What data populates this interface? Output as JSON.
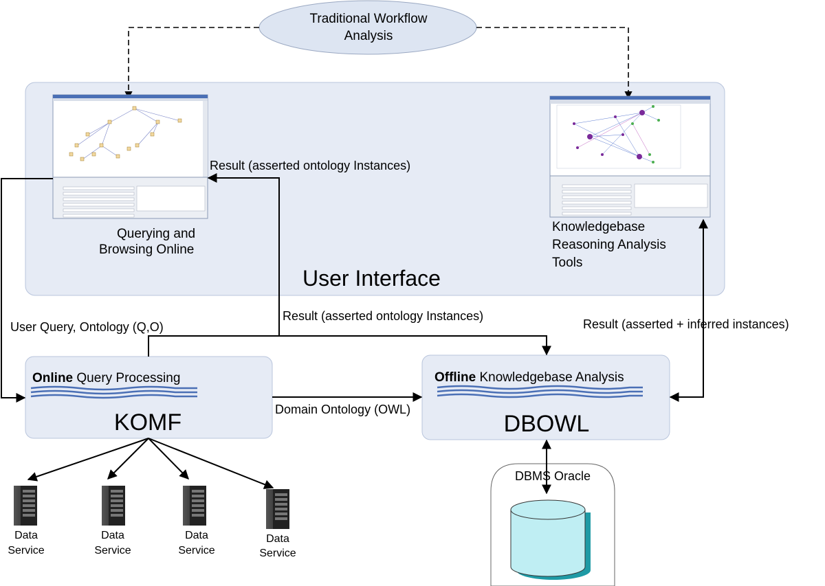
{
  "top_ellipse": {
    "line1": "Traditional Workflow",
    "line2": "Analysis"
  },
  "ui_panel": {
    "title": "User Interface"
  },
  "left_screenshot": {
    "caption_line1": "Querying and",
    "caption_line2": "Browsing Online"
  },
  "right_screenshot": {
    "caption_line1": "Knowledgebase",
    "caption_line2": "Reasoning Analysis",
    "caption_line3": "Tools"
  },
  "labels": {
    "result_top": "Result (asserted ontology Instances)",
    "user_query": "User Query, Ontology (Q,O)",
    "result_mid": "Result (asserted ontology Instances)",
    "result_right": "Result (asserted + inferred instances)",
    "domain_ontology": "Domain Ontology (OWL)"
  },
  "komf": {
    "heading_bold": "Online",
    "heading_rest": " Query Processing",
    "name": "KOMF"
  },
  "dbowl": {
    "heading_bold": "Offline",
    "heading_rest": " Knowledgebase Analysis",
    "name": "DBOWL"
  },
  "dbms": {
    "label": "DBMS Oracle"
  },
  "data_services": [
    {
      "line1": "Data",
      "line2": "Service"
    },
    {
      "line1": "Data",
      "line2": "Service"
    },
    {
      "line1": "Data",
      "line2": "Service"
    },
    {
      "line1": "Data",
      "line2": "Service"
    }
  ],
  "colors": {
    "panel_fill": "#e6ebf5",
    "panel_stroke": "#b8c4dc",
    "ellipse_fill": "#dde5f2",
    "wave": "#4a6fb5",
    "cylinder": "#bfeef3",
    "cylinder_side": "#1e9aa5",
    "server": "#2a2a2a"
  }
}
